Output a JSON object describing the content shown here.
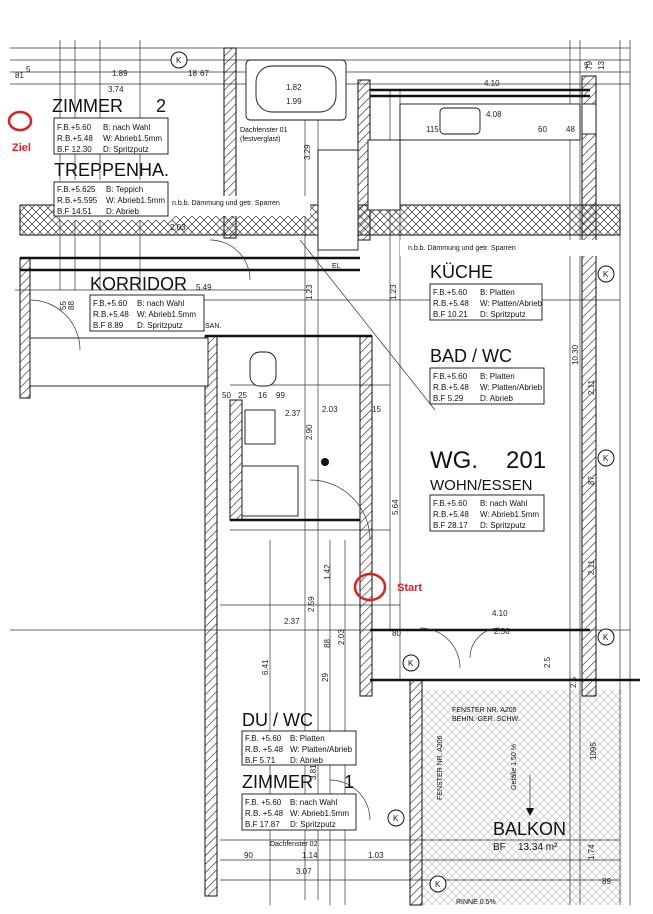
{
  "rooms": {
    "zimmer2": {
      "name": "ZIMMER",
      "number": "2",
      "fb": "F.B.+5.60",
      "rb": "R.B.+5.48",
      "bf": "B.F 12.30",
      "b": "B: nach Wahl",
      "w": "W: Abrieb1.5mm",
      "d": "D: Spritzputz"
    },
    "treppenhaus": {
      "name": "TREPPENHA.",
      "fb": "F.B.+5.625",
      "rb": "R.B.+5.595",
      "bf": "B.F 14.51",
      "b": "B: Teppich",
      "w": "W: Abrieb1.5mm",
      "d": "D: Abrieb"
    },
    "korridor": {
      "name": "KORRIDOR",
      "fb": "F.B.+5.60",
      "rb": "R.B.+5.48",
      "bf": "B.F 8.89",
      "b": "B: nach Wahl",
      "w": "W: Abrieb1.5mm",
      "d": "D: Spritzputz"
    },
    "kueche": {
      "name": "KÜCHE",
      "fb": "F.B.+5.60",
      "rb": "R.B.+5.48",
      "bf": "B.F 10.21",
      "b": "B: Platten",
      "w": "W: Platten/Abrieb",
      "d": "D: Spritzputz"
    },
    "bad": {
      "name": "BAD / WC",
      "fb": "F.B.+5.60",
      "rb": "R.B.+5.48",
      "bf": "B.F 5.29",
      "b": "B: Platten",
      "w": "W: Platten/Abrieb",
      "d": "D: Abrieb"
    },
    "wohn": {
      "unit": "WG.",
      "unit_no": "201",
      "name": "WOHN/ESSEN",
      "fb": "F.B.+5.60",
      "rb": "R.B.+5.48",
      "bf": "B.F 28.17",
      "b": "B: nach Wahl",
      "w": "W: Abrieb1.5mm",
      "d": "D: Spritzputz"
    },
    "du": {
      "name": "DU / WC",
      "fb": "F.B. +5.60",
      "rb": "R.B. +5.48",
      "bf": "B.F 5.71",
      "b": "B: Platten",
      "w": "W: Platten/Abrieb",
      "d": "D: Abrieb"
    },
    "zimmer1": {
      "name": "ZIMMER",
      "number": "1",
      "fb": "F.B. +5.60",
      "rb": "R.B. +5.48",
      "bf": "B.F 17.87",
      "b": "B: nach Wahl",
      "w": "W: Abrieb1.5mm",
      "d": "D: Spritzputz"
    },
    "balkon": {
      "name": "BALKON",
      "bf": "BF",
      "bf_value": "13.34 m²"
    }
  },
  "notes": {
    "dachfenster01": "Dachfenster 01",
    "dachfenster01_sub": "(festverglast)",
    "daemmung1": "n.b.b. Dämmung und getr. Sparren",
    "daemmung2": "n.b.b. Dämmung und getr. Sparren",
    "dachfenster02": "Dachfenster 02",
    "fenster": "FENSTER NR. A205",
    "fenster_sub": "BEHIN.-GER. SCHW.",
    "fenster_vertical": "FENSTER NR. A206",
    "gefaelle": "Gefälle 1.50 %",
    "rinne": "RINNE 0.5%",
    "el": "EL",
    "san": "SAN."
  },
  "markers": {
    "start": "Start",
    "ziel": "Ziel",
    "k": "K"
  },
  "dimensions": {
    "d374": "3.74",
    "d189": "1.89",
    "d81": "81",
    "d5": "5",
    "d18": "18",
    "d675": "67",
    "d182": "1.82",
    "d199": "1.99",
    "d410": "4.10",
    "d408": "4.08",
    "d115": "115",
    "d60": "60",
    "d48": "48",
    "d5b": "5",
    "d329": "3.29",
    "d549": "5.49",
    "d123": "1.23",
    "d123b": "1.23",
    "d88": "88",
    "d55": "55",
    "d203": "2.03",
    "d237": "2.37",
    "d203b": "2.03",
    "d290": "2.90",
    "d15": "15",
    "d99": "99",
    "d25": "25",
    "d50": "50",
    "d16": "16",
    "d564": "5.64",
    "d1030": "10.30",
    "d211": "2.11",
    "d87": "87",
    "d211b": "2.11",
    "d259": "2.59",
    "d237b": "2.37",
    "d142": "1.42",
    "d203c": "2.03",
    "d80": "80",
    "d410b": "4.10",
    "d256": "2.56",
    "d641": "6.41",
    "d29": "29",
    "d88b": "88",
    "d381": "3.81",
    "d114": "1.14",
    "d103": "1.03",
    "d90": "90",
    "d307": "3.07",
    "d174": "1.74",
    "d895": "89",
    "d25b": "2.5",
    "d25c": "2.5",
    "d1095": "1095",
    "d79": "79",
    "d13": "13"
  },
  "colors": {
    "marker": "#e02020",
    "line": "#111111"
  }
}
